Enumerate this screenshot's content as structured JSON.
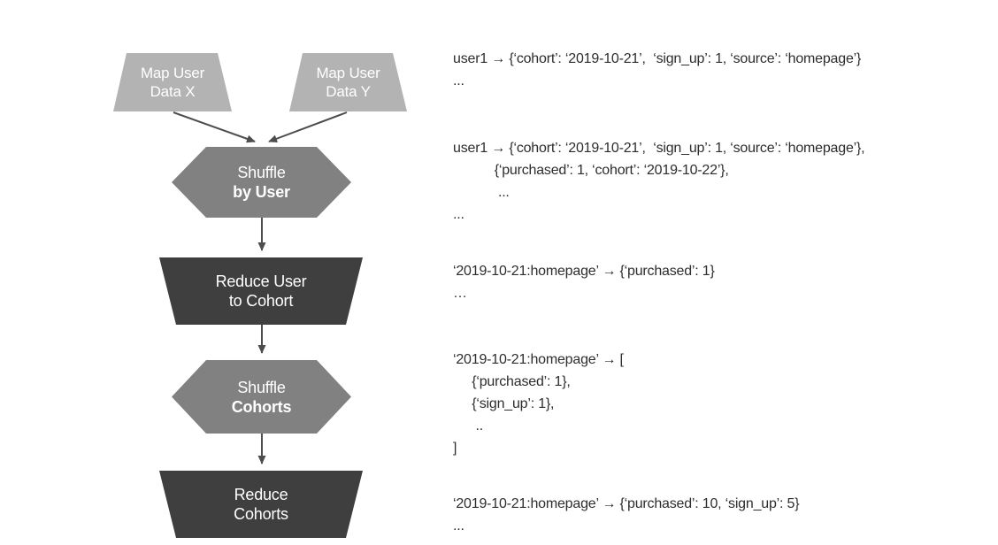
{
  "colors": {
    "map_fill": "#b3b3b3",
    "shuffle_fill": "#818181",
    "reduce_fill": "#3f3f3f",
    "arrow": "#4d4d4d",
    "shape_text": "#ffffff",
    "annotation_text": "#2d2d2d",
    "background": "#ffffff"
  },
  "diagram": {
    "nodes": {
      "map_x": {
        "line1": "Map User",
        "line2": "Data X"
      },
      "map_y": {
        "line1": "Map User",
        "line2": "Data Y"
      },
      "shuffle_user": {
        "line1": "Shuffle",
        "line2": "by User"
      },
      "reduce_user": {
        "line1": "Reduce User",
        "line2": "to Cohort"
      },
      "shuffle_cohorts": {
        "line1": "Shuffle",
        "line2": "Cohorts"
      },
      "reduce_cohorts": {
        "line1": "Reduce",
        "line2": "Cohorts"
      }
    }
  },
  "annotations": [
    {
      "lines": [
        "user1 → {‘cohort’: ‘2019-10-21’,  ‘sign_up’: 1, ‘source’: ‘homepage’}",
        "..."
      ]
    },
    {
      "lines": [
        "user1 → {‘cohort’: ‘2019-10-21’,  ‘sign_up’: 1, ‘source’: ‘homepage’},",
        "           {‘purchased’: 1, ‘cohort’: ‘2019-10-22’},",
        "            ...",
        "..."
      ]
    },
    {
      "lines": [
        "‘2019-10-21:homepage’ → {‘purchased’: 1}",
        "…"
      ]
    },
    {
      "lines": [
        "‘2019-10-21:homepage’ → [",
        "     {‘purchased’: 1},",
        "     {‘sign_up’: 1},",
        "      ..",
        "]"
      ]
    },
    {
      "lines": [
        "‘2019-10-21:homepage’ → {‘purchased’: 10, ‘sign_up’: 5}",
        "..."
      ]
    }
  ]
}
